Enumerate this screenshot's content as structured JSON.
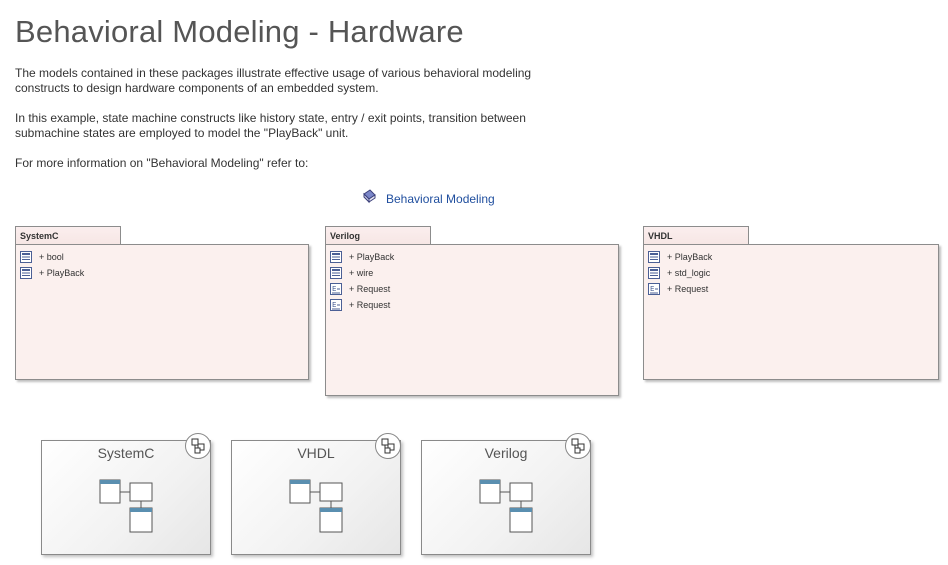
{
  "page": {
    "title": "Behavioral Modeling - Hardware",
    "paragraphs": [
      "The models contained in these packages illustrate effective usage of various behavioral modeling constructs to design hardware components of an embedded system.",
      "In this example, state machine constructs like history state, entry / exit points, transition between submachine states are employed to model the \"PlayBack\" unit.",
      "For more information on \"Behavioral Modeling\" refer to:"
    ],
    "link_label": "Behavioral Modeling"
  },
  "packages": [
    {
      "name": "SystemC",
      "items": [
        {
          "label": "+ bool",
          "icon": "class-icon"
        },
        {
          "label": "+ PlayBack",
          "icon": "class-icon"
        }
      ]
    },
    {
      "name": "Verilog",
      "items": [
        {
          "label": "+ PlayBack",
          "icon": "class-icon"
        },
        {
          "label": "+ wire",
          "icon": "class-icon"
        },
        {
          "label": "+ Request",
          "icon": "enumeration-icon"
        },
        {
          "label": "+ Request",
          "icon": "enumeration-icon"
        }
      ]
    },
    {
      "name": "VHDL",
      "items": [
        {
          "label": "+ PlayBack",
          "icon": "class-icon"
        },
        {
          "label": "+ std_logic",
          "icon": "class-icon"
        },
        {
          "label": "+ Request",
          "icon": "enumeration-icon"
        }
      ]
    }
  ],
  "diagrams": [
    {
      "name": "SystemC"
    },
    {
      "name": "VHDL"
    },
    {
      "name": "Verilog"
    }
  ]
}
